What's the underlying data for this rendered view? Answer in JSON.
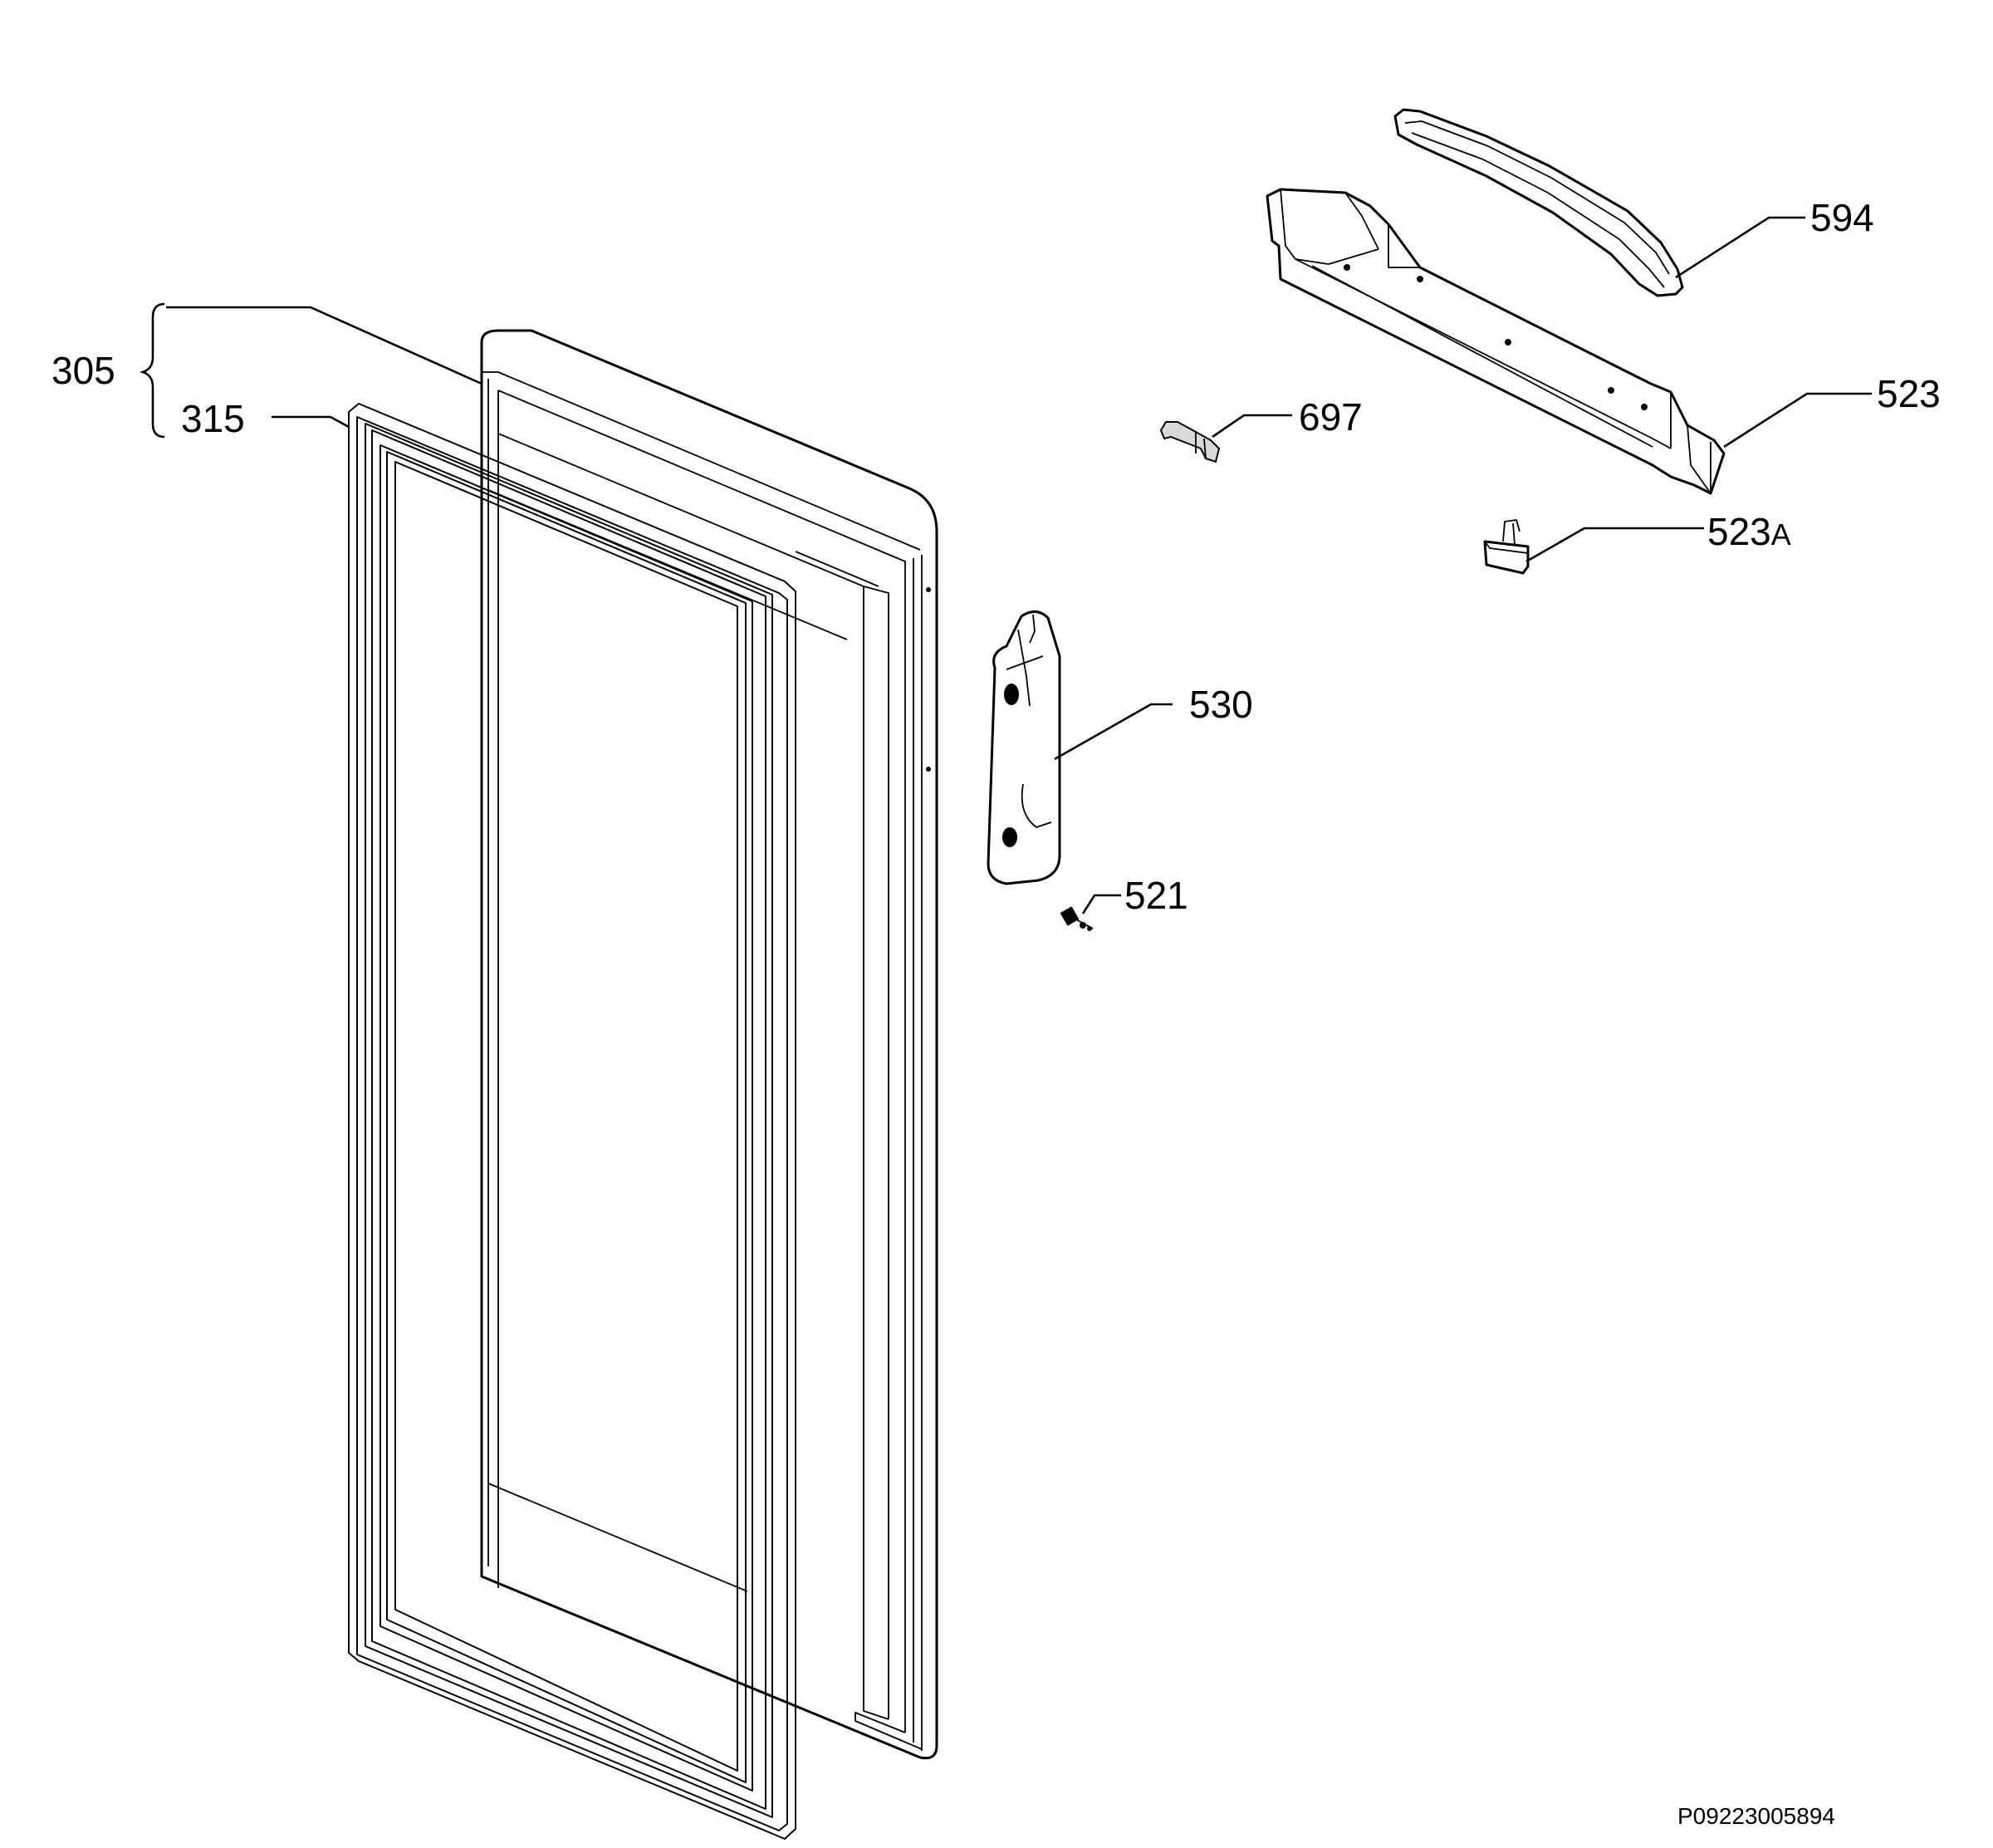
{
  "labels": {
    "p305": "305",
    "p315": "315",
    "p594": "594",
    "p523": "523",
    "p697": "697",
    "p523a_num": "523",
    "p523a_suffix": "A",
    "p530": "530",
    "p521": "521"
  },
  "document_code": "P09223005894",
  "colors": {
    "line": "#000000",
    "background": "#ffffff",
    "shade": "#d9d9d9"
  }
}
